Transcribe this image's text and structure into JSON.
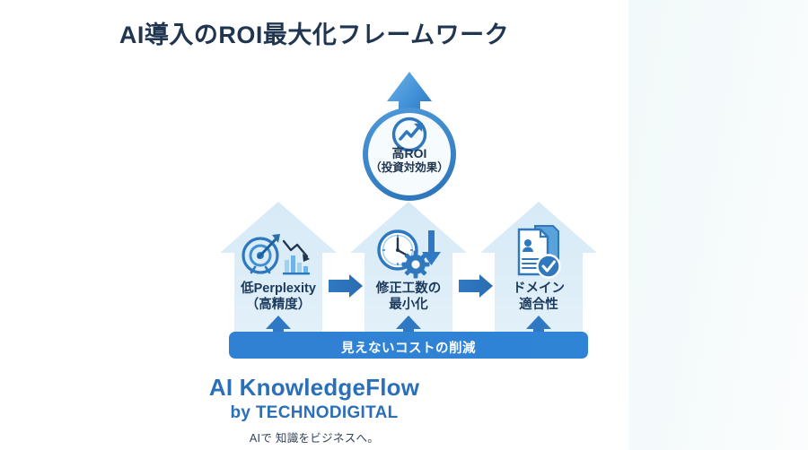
{
  "meta": {
    "title": "AI導入のROI最大化フレームワーク"
  },
  "colors": {
    "title_navy": "#1f3550",
    "pillar_fill": "#dceef7",
    "bar_blue": "#3080d4",
    "bracket_blue": "#3a86cf",
    "brand_blue": "#2a6fb8",
    "icon_blue": "#1f6fb2",
    "panel_bg": "#f2f9fa"
  },
  "hub": {
    "label_line1": "高ROI",
    "label_line2": "（投資対効果）",
    "icon": "trending-up-icon"
  },
  "pillars": [
    {
      "id": "low-perplexity",
      "label_line1": "低Perplexity",
      "label_line2": "（高精度）",
      "icon": "target-declining-chart-icon"
    },
    {
      "id": "rework-minimization",
      "label_line1": "修正工数の",
      "label_line2": "最小化",
      "icon": "clock-gear-down-arrow-icon"
    },
    {
      "id": "domain-fit",
      "label_line1": "ドメイン",
      "label_line2": "適合性",
      "icon": "documents-check-icon"
    }
  ],
  "foundation": {
    "label": "見えないコストの削減"
  },
  "branding": {
    "product": "AI KnowledgeFlow",
    "by": "by TECHNODIGITAL",
    "tagline": "AIで 知識をビジネスへ。"
  }
}
